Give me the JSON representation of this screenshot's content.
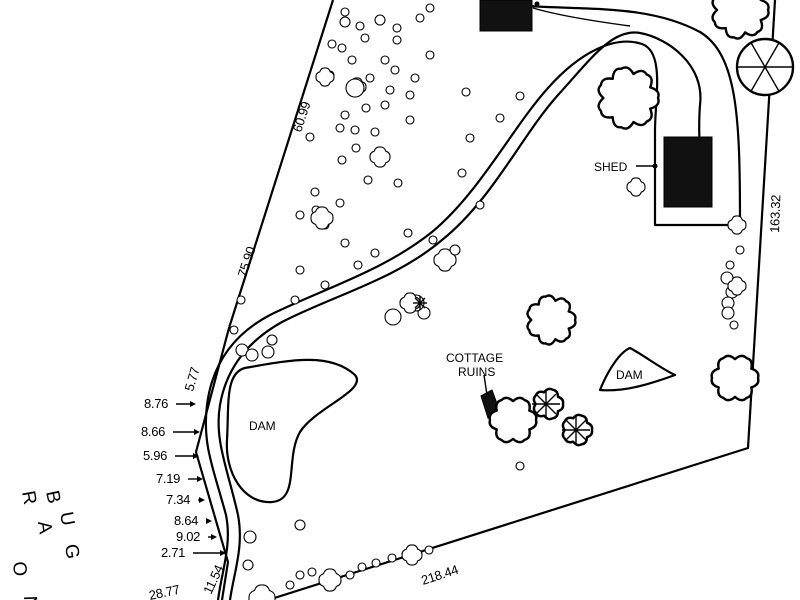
{
  "labels": {
    "shed": "SHED",
    "cottage_line1": "COTTAGE",
    "cottage_line2": "RUINS",
    "dam_left": "DAM",
    "dam_right": "DAM"
  },
  "road_name_letters": {
    "line1": [
      "B",
      "U",
      "G"
    ],
    "line2": [
      "R",
      "A",
      "O",
      "N"
    ]
  },
  "boundary_dimensions": {
    "north_west_upper": "60.99",
    "north_west_lower": "75.90",
    "east": "163.32",
    "south": "218.44",
    "west_small": "5.77",
    "frontage_a": "11.54",
    "frontage_b": "28.77"
  },
  "offset_dimensions": [
    "8.76",
    "8.66",
    "5.96",
    "7.19",
    "7.34",
    "8.64",
    "9.02",
    "2.71"
  ]
}
